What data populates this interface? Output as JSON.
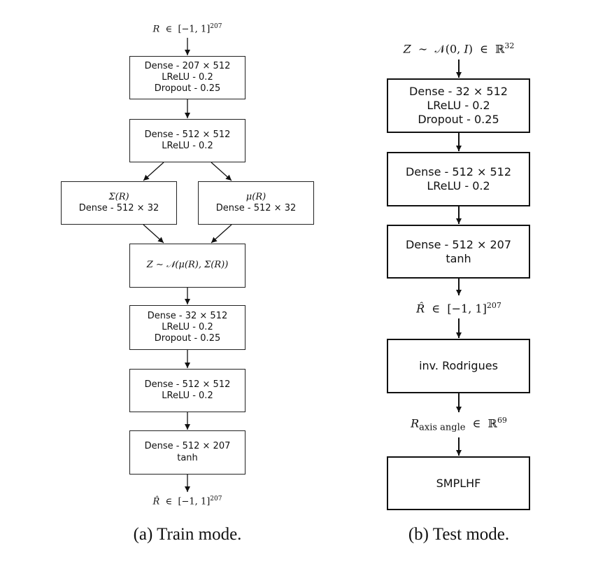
{
  "train": {
    "input_label": "R ∈ [−1, 1]²⁰⁷",
    "block1": [
      "Dense - 207 × 512",
      "LReLU - 0.2",
      "Dropout - 0.25"
    ],
    "block2": [
      "Dense - 512 × 512",
      "LReLU - 0.2"
    ],
    "sigma": [
      "Σ(R)",
      "Dense - 512 × 32"
    ],
    "mu": [
      "μ(R)",
      "Dense - 512 × 32"
    ],
    "z": "Z ∼ 𝒩(μ(R), Σ(R))",
    "block3": [
      "Dense - 32 × 512",
      "LReLU - 0.2",
      "Dropout - 0.25"
    ],
    "block4": [
      "Dense - 512 × 512",
      "LReLU - 0.2"
    ],
    "block5": [
      "Dense - 512 × 207",
      "tanh"
    ],
    "output_label": "R̂ ∈ [−1, 1]²⁰⁷",
    "caption": "(a) Train mode."
  },
  "test": {
    "input_label": "Z ∼ 𝒩(0, I) ∈ ℝ³²",
    "block1": [
      "Dense - 32 × 512",
      "LReLU - 0.2",
      "Dropout - 0.25"
    ],
    "block2": [
      "Dense - 512 × 512",
      "LReLU - 0.2"
    ],
    "block3": [
      "Dense - 512 × 207",
      "tanh"
    ],
    "mid_label": "R̂ ∈ [−1, 1]²⁰⁷",
    "block4": [
      "inv. Rodrigues"
    ],
    "axis_label": "R_axis angle ∈ ℝ⁶⁹",
    "block5": [
      "SMPLHF"
    ],
    "caption": "(b) Test mode."
  }
}
